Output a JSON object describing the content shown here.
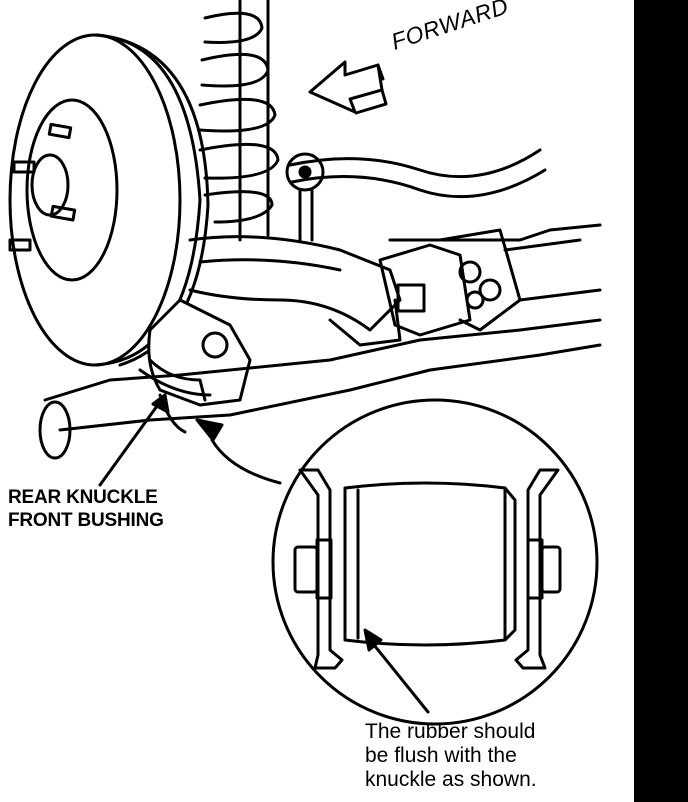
{
  "forward_label": "FORWARD",
  "part_label_lines": [
    "REAR KNUCKLE",
    "FRONT BUSHING"
  ],
  "note_lines": [
    "The rubber should",
    "be flush with the",
    "knuckle as shown."
  ],
  "icons": [
    "forward-arrow-icon",
    "pointer-arrow-icon"
  ]
}
